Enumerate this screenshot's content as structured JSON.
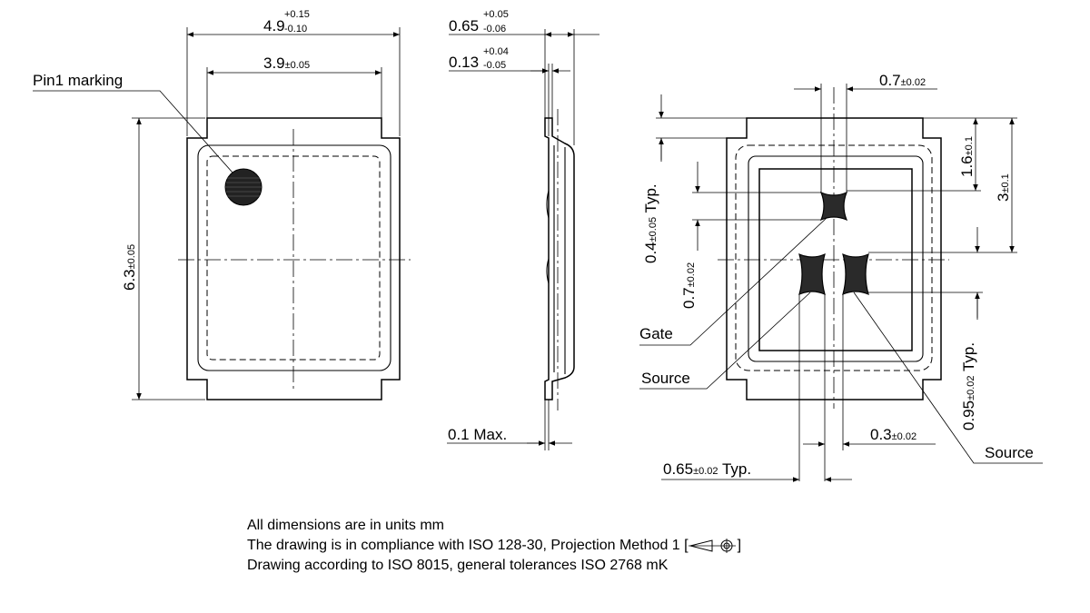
{
  "top_view": {
    "width_main": "4.9",
    "width_tol_upper": "+0.15",
    "width_tol_lower": "-0.10",
    "inner_width_main": "3.9",
    "inner_width_tol": "±0.05",
    "height_main": "6.3",
    "height_tol": "±0.05",
    "pin1_label": "Pin1 marking"
  },
  "side_view": {
    "thickness_main": "0.65",
    "thickness_tol_upper": "+0.05",
    "thickness_tol_lower": "-0.06",
    "lead_main": "0.13",
    "lead_tol_upper": "+0.04",
    "lead_tol_lower": "-0.05",
    "standoff_label": "0.1 Max."
  },
  "bottom_view": {
    "pad_width_main": "0.7",
    "pad_width_tol": "±0.02",
    "dim_1_6_main": "1.6",
    "dim_1_6_tol": "±0.1",
    "dim_3_main": "3",
    "dim_3_tol": "±0.1",
    "dim_04_main": "0.4",
    "dim_04_tol": "±0.05",
    "dim_04_suffix": " Typ.",
    "dim_07v_main": "0.7",
    "dim_07v_tol": "±0.02",
    "dim_095_main": "0.95",
    "dim_095_tol": "±0.02",
    "dim_095_suffix": " Typ.",
    "dim_03_main": "0.3",
    "dim_03_tol": "±0.02",
    "dim_065_main": "0.65",
    "dim_065_tol": "±0.02",
    "dim_065_suffix": " Typ.",
    "gate_label": "Gate",
    "source_label_1": "Source",
    "source_label_2": "Source"
  },
  "notes": {
    "line1": "All dimensions are in units mm",
    "line2_prefix": "The drawing is in compliance with ISO 128-30, Projection Method 1 [",
    "line2_suffix": "]",
    "line3": "Drawing according to ISO 8015, general tolerances ISO 2768 mK"
  }
}
